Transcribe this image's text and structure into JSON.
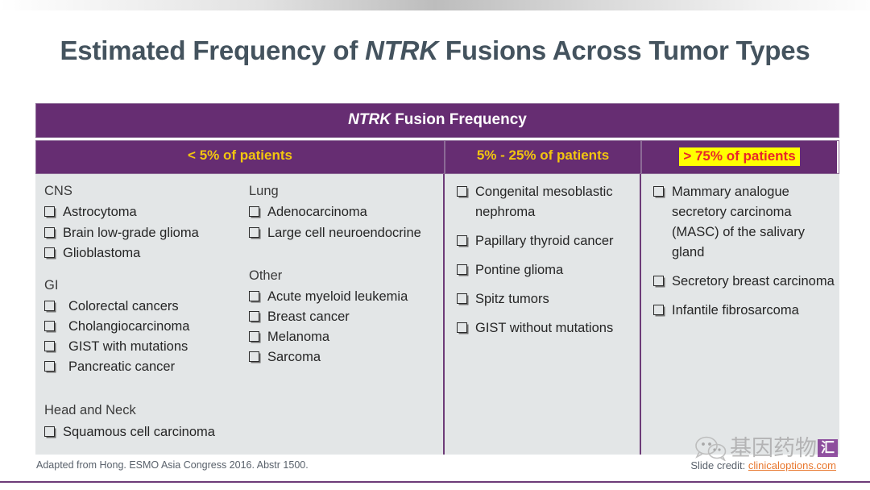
{
  "slide": {
    "title_prefix": "Estimated Frequency of ",
    "title_italic": "NTRK",
    "title_suffix": " Fusions Across Tumor Types"
  },
  "table": {
    "title_italic": "NTRK",
    "title_rest": " Fusion Frequency",
    "columns": [
      {
        "label": "< 5% of patients",
        "highlighted": false
      },
      {
        "label": "5% - 25% of patients",
        "highlighted": false
      },
      {
        "label": "> 75% of patients",
        "highlighted": true
      }
    ],
    "col1": {
      "groups": [
        {
          "heading": "CNS",
          "items": [
            "Astrocytoma",
            "Brain low-grade glioma",
            "Glioblastoma"
          ]
        },
        {
          "heading": "GI",
          "items": [
            "Colorectal cancers",
            "Cholangiocarcinoma",
            "GIST with mutations",
            "Pancreatic cancer"
          ]
        },
        {
          "heading": "Head and Neck",
          "items": [
            "Squamous cell carcinoma"
          ]
        }
      ],
      "groups_b": [
        {
          "heading": "Lung",
          "items": [
            "Adenocarcinoma",
            "Large cell neuroendocrine"
          ]
        },
        {
          "heading": "Other",
          "items": [
            "Acute myeloid leukemia",
            "Breast cancer",
            "Melanoma",
            "Sarcoma"
          ]
        }
      ]
    },
    "col2": {
      "items": [
        "Congenital mesoblastic nephroma",
        "Papillary thyroid cancer",
        "Pontine glioma",
        "Spitz tumors",
        "GIST without mutations"
      ]
    },
    "col3": {
      "items": [
        "Mammary analogue secretory carcinoma (MASC) of the salivary gland",
        "Secretory breast carcinoma",
        "Infantile fibrosarcoma"
      ]
    }
  },
  "footer": {
    "citation": "Adapted from Hong. ESMO Asia Congress 2016. Abstr 1500.",
    "credit_label": "Slide credit: ",
    "credit_url": "clinicaloptions.com"
  },
  "watermark": {
    "text_cn": "基因药物",
    "badge": "汇"
  },
  "colors": {
    "purple": "#662D72",
    "header_text": "#F2C60F",
    "highlight_bg": "#FFFF00",
    "highlight_text": "#E8262A",
    "body_bg": "#E3E6E7",
    "title_text": "#44535E",
    "url_orange": "#E8762C"
  }
}
